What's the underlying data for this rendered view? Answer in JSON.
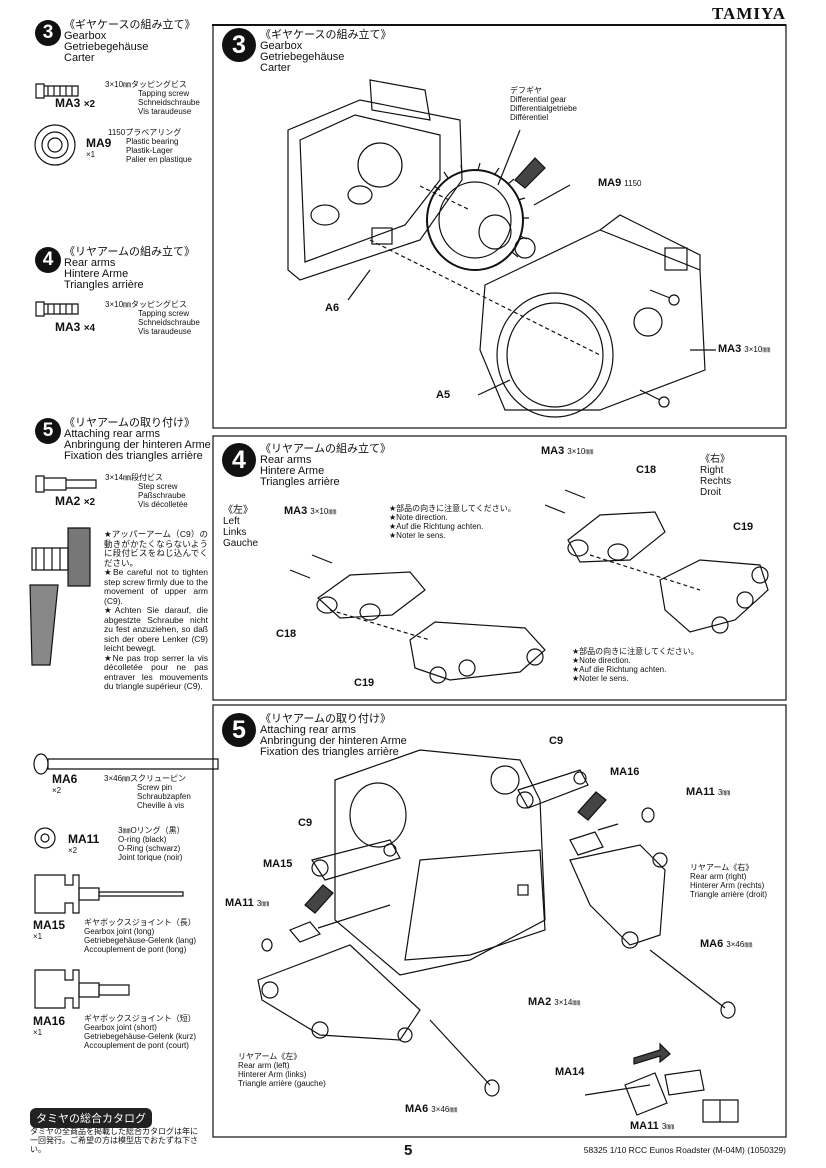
{
  "header": {
    "brand": "TAMIYA"
  },
  "sidebar": {
    "s3": {
      "num": "3",
      "title_jp": "《ギヤケースの組み立て》",
      "title_en": "Gearbox",
      "title_de": "Getriebegehäuse",
      "title_fr": "Carter",
      "ma3": {
        "code": "MA3",
        "qty": "×2",
        "jp": "3×10㎜タッピングビス",
        "en": "Tapping screw",
        "de": "Schneidschraube",
        "fr": "Vis taraudeuse"
      },
      "ma9": {
        "code": "MA9",
        "qty": "×1",
        "jp": "1150プラベアリング",
        "en": "Plastic bearing",
        "de": "Plastik-Lager",
        "fr": "Palier en plastique"
      }
    },
    "s4": {
      "num": "4",
      "title_jp": "《リヤアームの組み立て》",
      "title_en": "Rear arms",
      "title_de": "Hintere Arme",
      "title_fr": "Triangles arrière",
      "ma3": {
        "code": "MA3",
        "qty": "×4",
        "jp": "3×10㎜タッピングビス",
        "en": "Tapping screw",
        "de": "Schneidschraube",
        "fr": "Vis taraudeuse"
      }
    },
    "s5": {
      "num": "5",
      "title_jp": "《リヤアームの取り付け》",
      "title_en": "Attaching rear arms",
      "title_de": "Anbringung der hinteren Arme",
      "title_fr": "Fixation des triangles arrière",
      "ma2": {
        "code": "MA2",
        "qty": "×2",
        "jp": "3×14㎜段付ビス",
        "en": "Step screw",
        "de": "Paßschraube",
        "fr": "Vis décolletée"
      },
      "note_jp": "★アッパーアーム（C9）の動きがかたくならないように段付ビスをねじ込んでください。",
      "note_en": "★Be careful not to tighten step screw firmly due to the movement of upper arm (C9).",
      "note_de": "★Achten Sie darauf, die abgestzte Schraube nicht zu fest anzuziehen, so daß sich der obere Lenker (C9) leicht bewegt.",
      "note_fr": "★Ne pas trop serrer la vis décolletée pour ne pas entraver les mouvements du triangle supérieur (C9)."
    },
    "parts": {
      "ma6": {
        "code": "MA6",
        "qty": "×2",
        "jp": "3×46㎜スクリューピン",
        "en": "Screw pin",
        "de": "Schraubzapfen",
        "fr": "Cheville à vis"
      },
      "ma11": {
        "code": "MA11",
        "qty": "×2",
        "jp": "3㎜Oリング（黒）",
        "en": "O-ring (black)",
        "de": "O-Ring (schwarz)",
        "fr": "Joint torique (noir)"
      },
      "ma15": {
        "code": "MA15",
        "qty": "×1",
        "jp": "ギヤボックスジョイント（長）",
        "en": "Gearbox joint (long)",
        "de": "Getriebegehäuse-Gelenk (lang)",
        "fr": "Accouplement de pont (long)"
      },
      "ma16": {
        "code": "MA16",
        "qty": "×1",
        "jp": "ギヤボックスジョイント（短）",
        "en": "Gearbox joint (short)",
        "de": "Getriebegehäuse-Gelenk (kurz)",
        "fr": "Accouplement de pont (court)"
      }
    },
    "catalog": {
      "title": "タミヤの総合カタログ",
      "text": "タミヤの全商品を掲載した総合カタログは年に一回発行。ご希望の方は模型店でおたずね下さい。"
    }
  },
  "step3": {
    "num": "3",
    "title_jp": "《ギヤケースの組み立て》",
    "title_en": "Gearbox",
    "title_de": "Getriebegehäuse",
    "title_fr": "Carter",
    "diff_jp": "デフギヤ",
    "diff_en": "Differential gear",
    "diff_de": "Differentialgetriebe",
    "diff_fr": "Différentiel",
    "ma9": "MA9",
    "ma9_size": "1150",
    "a6": "A6",
    "a5": "A5",
    "ma3": "MA3",
    "ma3_size": "3×10㎜"
  },
  "step4": {
    "num": "4",
    "title_jp": "《リヤアームの組み立て》",
    "title_en": "Rear arms",
    "title_de": "Hintere Arme",
    "title_fr": "Triangles arrière",
    "left_jp": "《左》",
    "left_en": "Left",
    "left_de": "Links",
    "left_fr": "Gauche",
    "right_jp": "《右》",
    "right_en": "Right",
    "right_de": "Rechts",
    "right_fr": "Droit",
    "ma3": "MA3",
    "ma3_size": "3×10㎜",
    "c18": "C18",
    "c19": "C19",
    "note_jp": "★部品の向きに注意してください。",
    "note_en": "★Note direction.",
    "note_de": "★Auf die Richtung achten.",
    "note_fr": "★Noter le sens."
  },
  "step5": {
    "num": "5",
    "title_jp": "《リヤアームの取り付け》",
    "title_en": "Attaching rear arms",
    "title_de": "Anbringung der hinteren Arme",
    "title_fr": "Fixation des triangles arrière",
    "c9": "C9",
    "ma16": "MA16",
    "ma11": "MA11",
    "ma11_size": "3㎜",
    "ma15": "MA15",
    "ma6": "MA6",
    "ma6_size": "3×46㎜",
    "ma2": "MA2",
    "ma2_size": "3×14㎜",
    "ma14": "MA14",
    "arm_right_jp": "リヤアーム《右》",
    "arm_right_en": "Rear arm (right)",
    "arm_right_de": "Hinterer Arm (rechts)",
    "arm_right_fr": "Triangle arrière (droit)",
    "arm_left_jp": "リヤアーム《左》",
    "arm_left_en": "Rear arm (left)",
    "arm_left_de": "Hinterer Arm (links)",
    "arm_left_fr": "Triangle arrière (gauche)"
  },
  "footer": {
    "page": "5",
    "model": "58325 1/10 RCC Eunos Roadster (M-04M) (1050329)"
  }
}
